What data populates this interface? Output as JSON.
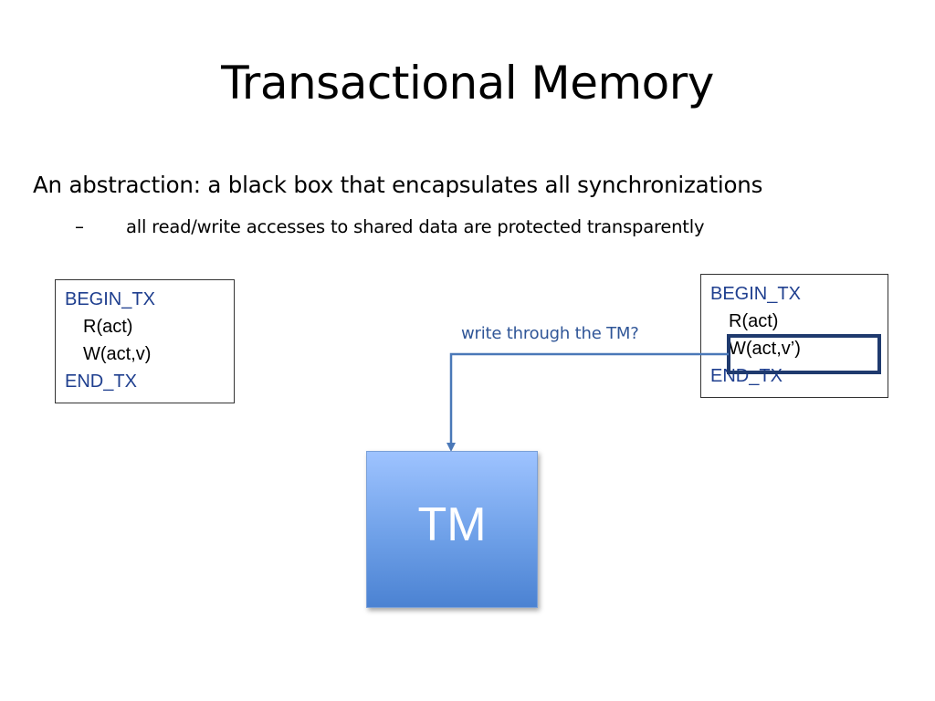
{
  "title": "Transactional Memory",
  "bullet": "An abstraction: a black box that encapsulates all synchronizations",
  "subbullet": {
    "dash": "–",
    "text": "all read/write accesses to shared data are protected transparently"
  },
  "tx_left": {
    "begin": "BEGIN_TX",
    "op1": "R(act)",
    "op2": "W(act,v)",
    "end": "END_TX"
  },
  "tx_right": {
    "begin": "BEGIN_TX",
    "op1": "R(act)",
    "op2": "W(act,v’)",
    "end": "END_TX"
  },
  "annotation": "write through the TM?",
  "tm_label": "TM"
}
